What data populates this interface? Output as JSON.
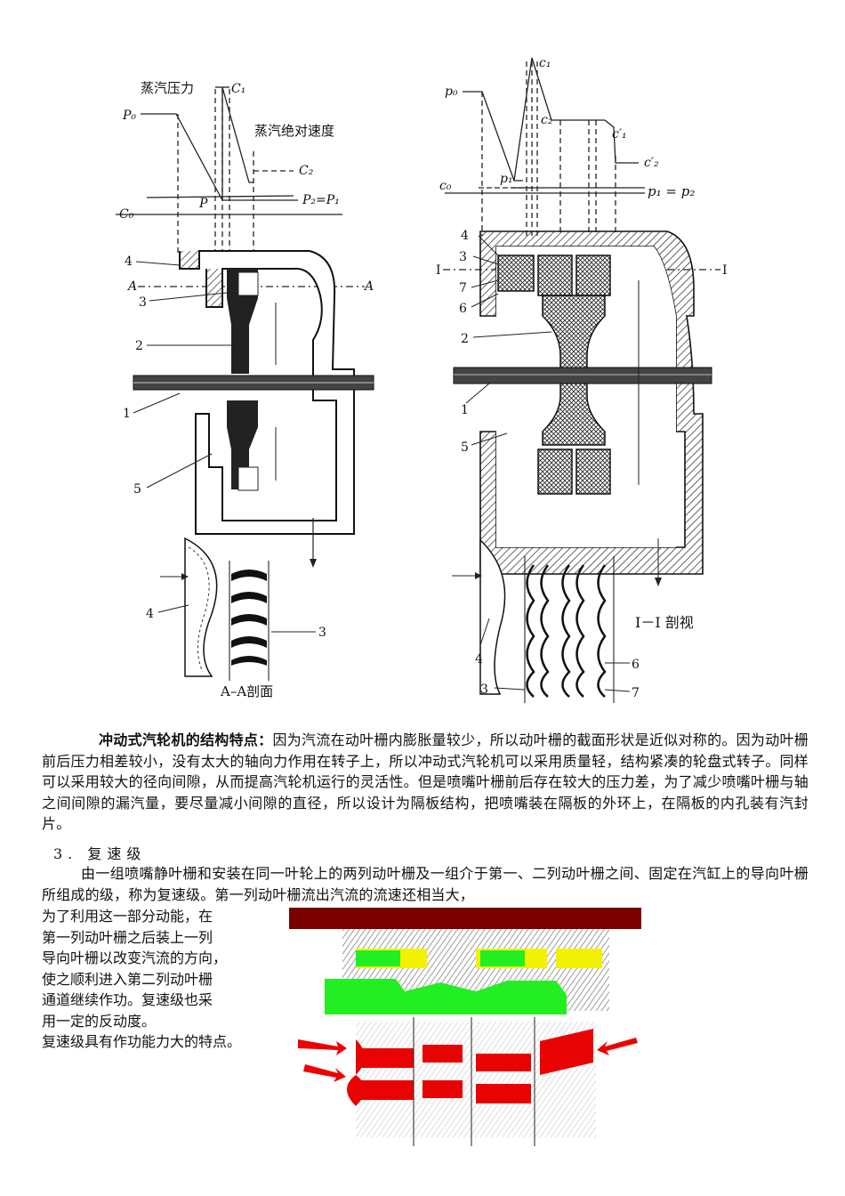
{
  "fig_left": {
    "labels": {
      "steam_pressure": "蒸汽压力",
      "steam_velocity": "蒸汽绝对速度",
      "c1": "C₁",
      "c2": "C₂",
      "c0": "C₀",
      "p0": "P₀",
      "p": "P",
      "p2p1": "P₂=P₁",
      "a_left": "A",
      "a_right": "A",
      "n4": "4",
      "n3": "3",
      "n2": "2",
      "n1": "1",
      "n5": "5",
      "n4b": "4",
      "n3b": "3",
      "caption": "A–A剖面"
    }
  },
  "fig_right": {
    "labels": {
      "c1": "c₁",
      "p0": "p₀",
      "c2": "c₂",
      "c1p": "c′₁",
      "c2p": "c′₂",
      "c0": "c₀",
      "p1": "p₁",
      "p1p2": "p₁ = p₂",
      "n4": "4",
      "n3": "3",
      "n7": "7",
      "n6": "6",
      "n2": "2",
      "n1": "1",
      "n5": "5",
      "i_left": "I",
      "i_right": "I",
      "caption": "I－I 剖视",
      "n4b": "4",
      "n6b": "6",
      "n3b": "3",
      "n7b": "7"
    }
  },
  "para1": {
    "heading": "冲动式汽轮机的结构特点：",
    "body": "因为汽流在动叶栅内膨胀量较少，所以动叶栅的截面形状是近似对称的。因为动叶栅前后压力相差较小，没有太大的轴向力作用在转子上，所以冲动式汽轮机可以采用质量轻，结构紧凑的轮盘式转子。同样可以采用较大的径向间隙，从而提高汽轮机运行的灵活性。但是喷嘴叶栅前后存在较大的压力差，为了减少喷嘴叶栅与轴之间间隙的漏汽量，要尽量减小间隙的直径，所以设计为隔板结构，把喷嘴装在隔板的外环上，在隔板的内孔装有汽封片。"
  },
  "section3": {
    "number": "3.",
    "title": "复速级"
  },
  "para2": {
    "body": "由一组喷嘴静叶栅和安装在同一叶轮上的两列动叶栅及一组介于第一、二列动叶栅之间、固定在汽缸上的导向叶栅所组成的级，称为复速级。第一列动叶栅流出汽流的流速还相当大，"
  },
  "side_text": [
    "为了利用这一部分动能，在",
    "第一列动叶栅之后装上一列",
    "导向叶栅以改变汽流的方向，",
    "使之顺利进入第二列动叶栅",
    "通道继续作功。复速级也采",
    "用一定的反动度。",
    "复速级具有作功能力大的特点。"
  ],
  "colors": {
    "casing": "#7a0000",
    "rotor": "#22ee22",
    "nozzle": "#f2f200",
    "blade": "#ee0000"
  }
}
